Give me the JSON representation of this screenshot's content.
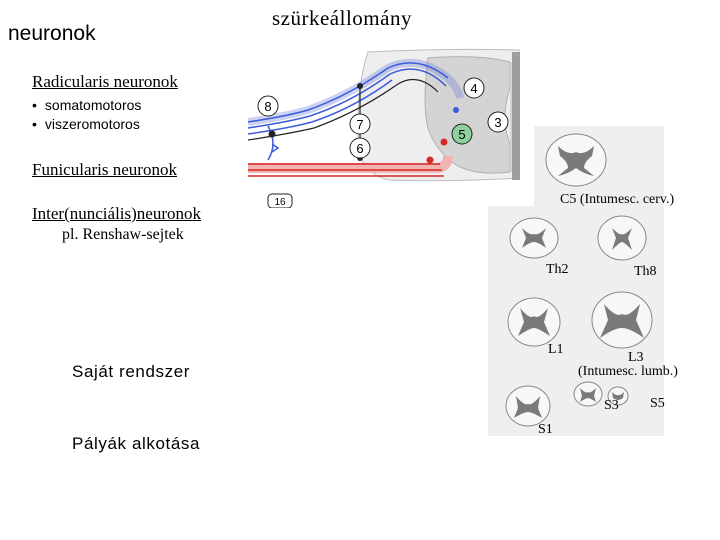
{
  "header": {
    "left_title": "neuronok",
    "top_title": "szürkeállomány"
  },
  "sections": {
    "radicularis": {
      "heading": "Radicularis neuronok",
      "bullets": [
        "somatomotoros",
        "viszeromotoros"
      ]
    },
    "funicularis": {
      "heading": "Funicularis neuronok"
    },
    "inter": {
      "heading": "Inter(nunciális)neuronok",
      "sub": "pl. Renshaw-sejtek"
    },
    "sajat": "Saját rendszer",
    "palyak": "Pályák alkotása"
  },
  "diagram": {
    "numbers": [
      "4",
      "8",
      "3",
      "7",
      "5",
      "6",
      "16"
    ]
  },
  "sections_figure": {
    "labels": {
      "c5": "C5 (Intumesc. cerv.)",
      "th2": "Th2",
      "th8": "Th8",
      "l1": "L1",
      "l3": "L3",
      "l3_sub": "(Intumesc. lumb.)",
      "s3": "S3",
      "s5": "S5",
      "s1": "S1"
    }
  },
  "colors": {
    "blue_pathway": "#3b5bdb",
    "red_pathway": "#d62828",
    "grey_matter": "#c8c8c8",
    "section_background": "#efefef"
  }
}
